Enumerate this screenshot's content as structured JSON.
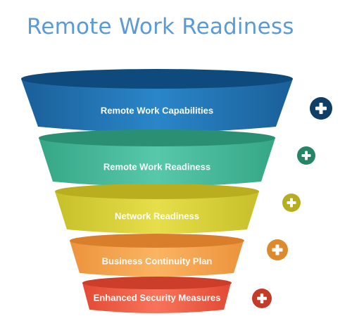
{
  "title": "Remote Work Readiness",
  "tiers": [
    {
      "label": "Remote Work Capabilities",
      "color": "#1d6fae",
      "dark": "#0e4a7c",
      "button_color": "#0f3f66",
      "button_icon": "plus-icon"
    },
    {
      "label": "Remote Work Readiness",
      "color": "#45b899",
      "dark": "#2a8f73",
      "button_color": "#258566",
      "button_icon": "plus-icon"
    },
    {
      "label": "Network Readiness",
      "color": "#d8d034",
      "dark": "#b8ae1f",
      "button_color": "#b7ad21",
      "button_icon": "plus-icon"
    },
    {
      "label": "Business Continuity Plan",
      "color": "#f6a14a",
      "dark": "#d97f2c",
      "button_color": "#dd8a2e",
      "button_icon": "plus-icon"
    },
    {
      "label": "Enhanced Security Measures",
      "color": "#ef5a42",
      "dark": "#cc3e2a",
      "button_color": "#c83a28",
      "button_icon": "plus-icon"
    }
  ]
}
